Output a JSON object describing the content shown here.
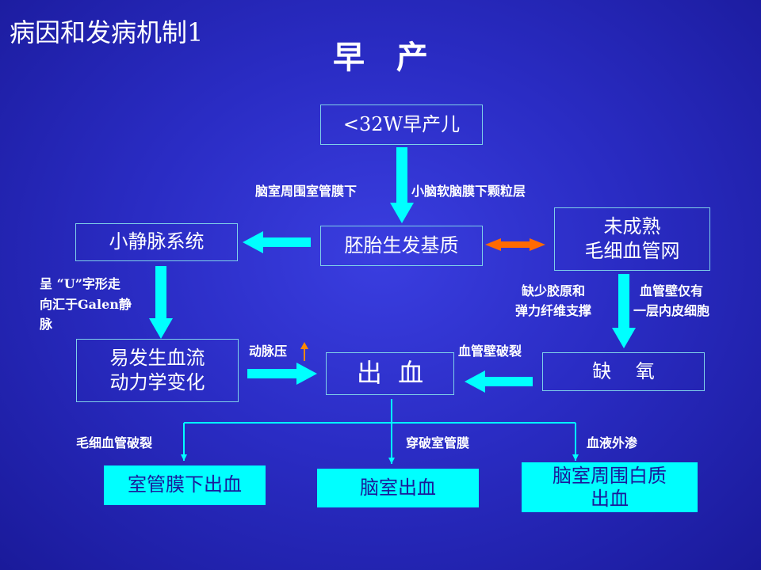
{
  "slide": {
    "section_title": "病因和发病机制1",
    "main_title": "早  产"
  },
  "boxes": {
    "preterm": "<32W早产儿",
    "germinal_matrix": "胚胎生发基质",
    "venules": "小静脉系统",
    "immature_line1": "未成熟",
    "immature_line2": "毛细血管网",
    "hemodynamics_line1": "易发生血流",
    "hemodynamics_line2": "动力学变化",
    "hemorrhage": "出  血",
    "hypoxia": "缺    氧",
    "subependymal": "室管膜下出血",
    "intraventricular": "脑室出血",
    "periventricular_line1": "脑室周围白质",
    "periventricular_line2": "出血"
  },
  "labels": {
    "left_of_arrow": "脑室周围室管膜下",
    "right_of_arrow": "小脑软脑膜下颗粒层",
    "u_shape_line1": "呈 “U”字形走",
    "u_shape_line2": "向汇于Galen静",
    "u_shape_line3": "脉",
    "collagen_line1": "缺少胶原和",
    "collagen_line2": "弹力纤维支撑",
    "endothelium_line1": "血管壁仅有",
    "endothelium_line2": "一层内皮细胞",
    "arterial_pressure": "动脉压",
    "wall_rupture": "血管壁破裂",
    "capillary_rupture": "毛细血管破裂",
    "ependyma_penetration": "穿破室管膜",
    "blood_leak": "血液外渗"
  },
  "colors": {
    "arrow": "#00ffff",
    "filled_box": "#00ffff",
    "double_arrow": "#ff6600",
    "small_up_arrow": "#ff8800"
  }
}
